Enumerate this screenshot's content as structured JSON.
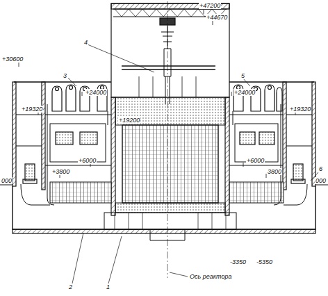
{
  "diagram": {
    "labels": [
      "+47200",
      "+44670",
      "4",
      "+30600",
      "3",
      "5",
      "+24000",
      "+24000",
      "+19320",
      "+19320",
      "+19200",
      "+6000",
      "+6000",
      "+3800",
      "3800",
      "000",
      "000",
      "6",
      "2",
      "1",
      "Ось реактора",
      "-3350",
      "-5350"
    ]
  }
}
